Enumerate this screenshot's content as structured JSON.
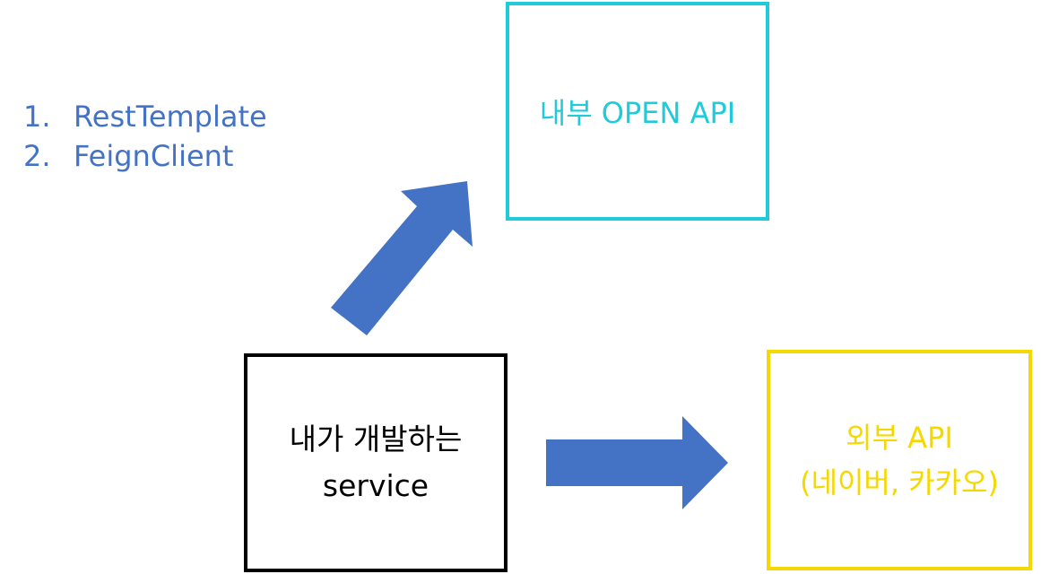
{
  "methods": [
    {
      "number": "1.",
      "label": "RestTemplate"
    },
    {
      "number": "2.",
      "label": "FeignClient"
    }
  ],
  "internal_api": {
    "label": "내부 OPEN API"
  },
  "service": {
    "line1": "내가 개발하는",
    "line2": "service"
  },
  "external_api": {
    "line1": "외부 API",
    "line2": "(네이버, 카카오)"
  },
  "colors": {
    "method_text": "#4472C4",
    "arrow_fill": "#4472C4",
    "internal_border": "#1FCBDA",
    "internal_text": "#1FCBDA",
    "service_border": "#000000",
    "service_text": "#000000",
    "external_border": "#F5D800",
    "external_text": "#F5D800"
  }
}
